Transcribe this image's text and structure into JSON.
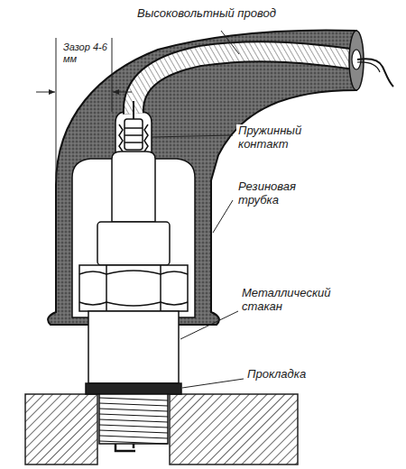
{
  "diagram": {
    "labels": [
      "Высоковольтный провод",
      "Зазор 4-6 мм",
      "Пружинный контакт",
      "Резиновая трубка",
      "Металлический стакан",
      "Прокладка"
    ]
  }
}
